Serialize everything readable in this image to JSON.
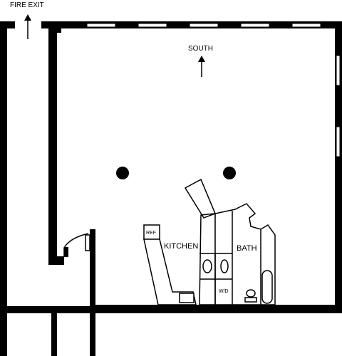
{
  "labels": {
    "fire_exit": "FIRE EXIT",
    "south": "SOUTH",
    "kitchen": "KITCHEN",
    "bath": "BATH",
    "ref": "REF",
    "wd": "W/D"
  },
  "icons": {
    "fire_exit_arrow": "arrow-up-icon",
    "south_arrow": "arrow-up-icon"
  },
  "colors": {
    "wall": "#000000",
    "background": "#ffffff",
    "window": "#ffffff"
  }
}
